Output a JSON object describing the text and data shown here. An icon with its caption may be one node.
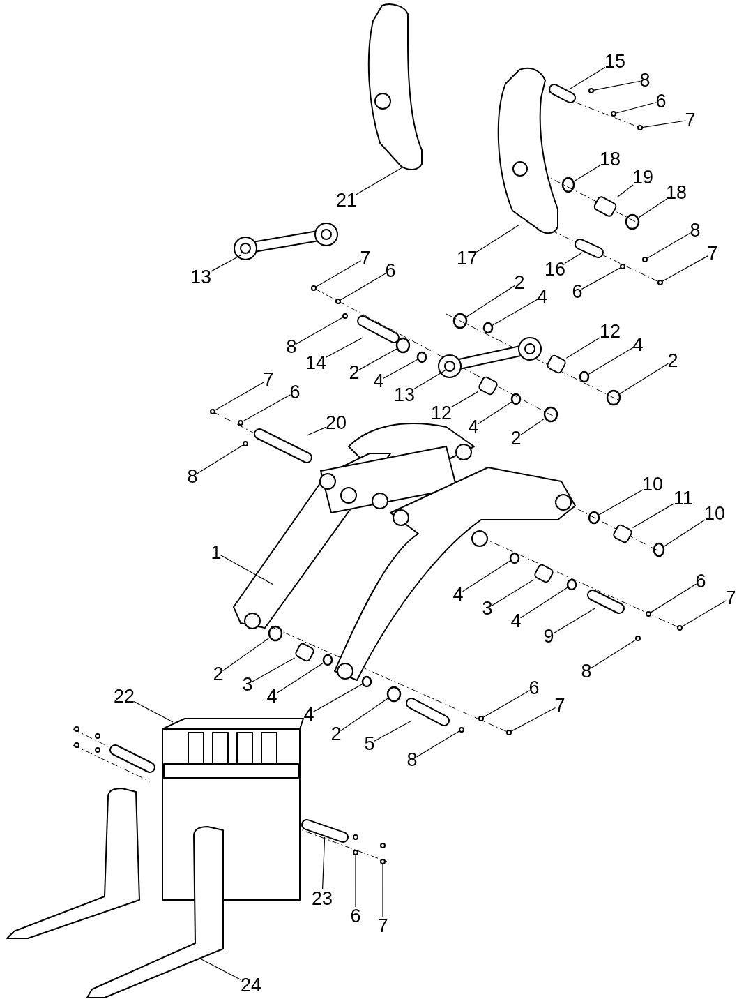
{
  "diagram": {
    "nodes": [
      {
        "text": [
          "15"
        ]
      },
      {
        "text": [
          "8"
        ]
      },
      {
        "text": [
          "6"
        ]
      },
      {
        "text": [
          "7"
        ]
      },
      {
        "text": [
          "18"
        ]
      },
      {
        "text": [
          "19"
        ]
      },
      {
        "text": [
          "18"
        ]
      },
      {
        "text": [
          "21"
        ]
      },
      {
        "text": [
          "17"
        ]
      },
      {
        "text": [
          "8"
        ]
      },
      {
        "text": [
          "7"
        ]
      },
      {
        "text": [
          "16"
        ]
      },
      {
        "text": [
          "6"
        ]
      },
      {
        "text": [
          "13"
        ]
      },
      {
        "text": [
          "7"
        ]
      },
      {
        "text": [
          "6"
        ]
      },
      {
        "text": [
          "2"
        ]
      },
      {
        "text": [
          "4"
        ]
      },
      {
        "text": [
          "8"
        ]
      },
      {
        "text": [
          "14"
        ]
      },
      {
        "text": [
          "12"
        ]
      },
      {
        "text": [
          "4"
        ]
      },
      {
        "text": [
          "2"
        ]
      },
      {
        "text": [
          "2"
        ]
      },
      {
        "text": [
          "4"
        ]
      },
      {
        "text": [
          "13"
        ]
      },
      {
        "text": [
          "12"
        ]
      },
      {
        "text": [
          "4"
        ]
      },
      {
        "text": [
          "2"
        ]
      },
      {
        "text": [
          "7"
        ]
      },
      {
        "text": [
          "6"
        ]
      },
      {
        "text": [
          "20"
        ]
      },
      {
        "text": [
          "8"
        ]
      },
      {
        "text": [
          "10"
        ]
      },
      {
        "text": [
          "11"
        ]
      },
      {
        "text": [
          "10"
        ]
      },
      {
        "text": [
          "1"
        ]
      },
      {
        "text": [
          "4"
        ]
      },
      {
        "text": [
          "3"
        ]
      },
      {
        "text": [
          "4"
        ]
      },
      {
        "text": [
          "6"
        ]
      },
      {
        "text": [
          "7"
        ]
      },
      {
        "text": [
          "9"
        ]
      },
      {
        "text": [
          "8"
        ]
      },
      {
        "text": [
          "2"
        ]
      },
      {
        "text": [
          "3"
        ]
      },
      {
        "text": [
          "4"
        ]
      },
      {
        "text": [
          "4"
        ]
      },
      {
        "text": [
          "2"
        ]
      },
      {
        "text": [
          "22"
        ]
      },
      {
        "text": [
          "6"
        ]
      },
      {
        "text": [
          "7"
        ]
      },
      {
        "text": [
          "5"
        ]
      },
      {
        "text": [
          "8"
        ]
      },
      {
        "text": [
          "23"
        ]
      },
      {
        "text": [
          "6"
        ]
      },
      {
        "text": [
          "7"
        ]
      },
      {
        "text": [
          "24"
        ]
      },
      {
        "text": [],
        "shape": "bar"
      },
      {
        "text": [],
        "shape": "circle"
      },
      {
        "text": [],
        "shape": "circle"
      },
      {
        "text": [],
        "shape": "circle"
      },
      {
        "text": [],
        "shape": "circle"
      },
      {
        "text": [],
        "shape": "cylinder"
      },
      {
        "text": [],
        "shape": "circle"
      },
      {
        "text": [],
        "shape": "picture"
      },
      {
        "text": [],
        "shape": "picture"
      },
      {
        "text": [],
        "shape": "circle"
      },
      {
        "text": [],
        "shape": "circle"
      },
      {
        "text": [],
        "shape": "bar"
      },
      {
        "text": [],
        "shape": "circle"
      },
      {
        "text": [],
        "shape": "picture"
      },
      {
        "text": [],
        "shape": "circle"
      },
      {
        "text": [],
        "shape": "circle"
      },
      {
        "text": [],
        "shape": "circle"
      },
      {
        "text": [],
        "shape": "circle"
      },
      {
        "text": [],
        "shape": "circle"
      },
      {
        "text": [],
        "shape": "bar"
      },
      {
        "text": [],
        "shape": "cylinder"
      },
      {
        "text": [],
        "shape": "circle"
      },
      {
        "text": [],
        "shape": "circle"
      },
      {
        "text": [],
        "shape": "circle"
      },
      {
        "text": [],
        "shape": "circle"
      },
      {
        "text": [],
        "shape": "picture"
      },
      {
        "text": [],
        "shape": "cylinder"
      },
      {
        "text": [],
        "shape": "circle"
      },
      {
        "text": [],
        "shape": "circle"
      },
      {
        "text": [],
        "shape": "circle"
      },
      {
        "text": [],
        "shape": "circle"
      },
      {
        "text": [],
        "shape": "bar"
      },
      {
        "text": [],
        "shape": "circle"
      },
      {
        "text": [],
        "shape": "circle"
      },
      {
        "text": [],
        "shape": "cylinder"
      },
      {
        "text": [],
        "shape": "circle"
      },
      {
        "text": [],
        "shape": "picture"
      },
      {
        "text": [],
        "shape": "circle"
      },
      {
        "text": [],
        "shape": "cylinder"
      },
      {
        "text": [],
        "shape": "circle"
      },
      {
        "text": [],
        "shape": "circle"
      },
      {
        "text": [],
        "shape": "circle"
      },
      {
        "text": [],
        "shape": "bar"
      },
      {
        "text": [],
        "shape": "circle"
      },
      {
        "text": [],
        "shape": "circle"
      },
      {
        "text": [],
        "shape": "cylinder"
      },
      {
        "text": [],
        "shape": "circle"
      },
      {
        "text": [],
        "shape": "circle"
      },
      {
        "text": [],
        "shape": "circle"
      },
      {
        "text": [],
        "shape": "picture"
      },
      {
        "text": [],
        "shape": "circle"
      },
      {
        "text": [],
        "shape": "circle"
      },
      {
        "text": [],
        "shape": "bar"
      },
      {
        "text": [],
        "shape": "circle"
      },
      {
        "text": [],
        "shape": "bar"
      },
      {
        "text": [],
        "shape": "circle"
      },
      {
        "text": [],
        "shape": "circle"
      },
      {
        "text": [],
        "shape": "picture"
      }
    ],
    "edges": [
      {
        "from": 0,
        "to": 58,
        "arrow": "none"
      },
      {
        "from": 1,
        "to": 59,
        "arrow": "none"
      },
      {
        "from": 2,
        "to": 60,
        "arrow": "none"
      },
      {
        "from": 3,
        "to": 61,
        "arrow": "none"
      },
      {
        "from": 4,
        "to": 62,
        "arrow": "none"
      },
      {
        "from": 5,
        "to": 63,
        "arrow": "none"
      },
      {
        "from": 6,
        "to": 64,
        "arrow": "none"
      },
      {
        "from": 7,
        "to": 65,
        "arrow": "none"
      },
      {
        "from": 8,
        "to": 66,
        "arrow": "none"
      },
      {
        "from": 9,
        "to": 67,
        "arrow": "none"
      },
      {
        "from": 10,
        "to": 68,
        "arrow": "none"
      },
      {
        "from": 11,
        "to": 69,
        "arrow": "none"
      },
      {
        "from": 12,
        "to": 70,
        "arrow": "none"
      },
      {
        "from": 13,
        "to": 71,
        "arrow": "none"
      },
      {
        "from": 14,
        "to": 72,
        "arrow": "none"
      },
      {
        "from": 15,
        "to": 73,
        "arrow": "none"
      },
      {
        "from": 16,
        "to": 74,
        "arrow": "none"
      },
      {
        "from": 17,
        "to": 75,
        "arrow": "none"
      },
      {
        "from": 18,
        "to": 76,
        "arrow": "none"
      },
      {
        "from": 19,
        "to": 77,
        "arrow": "none"
      },
      {
        "from": 20,
        "to": 78,
        "arrow": "none"
      },
      {
        "from": 21,
        "to": 79,
        "arrow": "none"
      },
      {
        "from": 22,
        "to": 80,
        "arrow": "none"
      },
      {
        "from": 23,
        "to": 81,
        "arrow": "none"
      },
      {
        "from": 24,
        "to": 82,
        "arrow": "none"
      },
      {
        "from": 25,
        "to": 83,
        "arrow": "none"
      },
      {
        "from": 26,
        "to": 84,
        "arrow": "none"
      },
      {
        "from": 27,
        "to": 85,
        "arrow": "none"
      },
      {
        "from": 28,
        "to": 86,
        "arrow": "none"
      },
      {
        "from": 29,
        "to": 87,
        "arrow": "none"
      },
      {
        "from": 30,
        "to": 88,
        "arrow": "none"
      },
      {
        "from": 31,
        "to": 89,
        "arrow": "none"
      },
      {
        "from": 32,
        "to": 90,
        "arrow": "none"
      },
      {
        "from": 33,
        "to": 91,
        "arrow": "none"
      },
      {
        "from": 34,
        "to": 92,
        "arrow": "none"
      },
      {
        "from": 35,
        "to": 93,
        "arrow": "none"
      },
      {
        "from": 36,
        "to": 94,
        "arrow": "none"
      },
      {
        "from": 37,
        "to": 95,
        "arrow": "none"
      },
      {
        "from": 38,
        "to": 96,
        "arrow": "none"
      },
      {
        "from": 39,
        "to": 97,
        "arrow": "none"
      },
      {
        "from": 40,
        "to": 98,
        "arrow": "none"
      },
      {
        "from": 41,
        "to": 99,
        "arrow": "none"
      },
      {
        "from": 42,
        "to": 100,
        "arrow": "none"
      },
      {
        "from": 43,
        "to": 101,
        "arrow": "none"
      },
      {
        "from": 44,
        "to": 102,
        "arrow": "none"
      },
      {
        "from": 45,
        "to": 103,
        "arrow": "none"
      },
      {
        "from": 46,
        "to": 104,
        "arrow": "none"
      },
      {
        "from": 47,
        "to": 105,
        "arrow": "none"
      },
      {
        "from": 48,
        "to": 106,
        "arrow": "none"
      },
      {
        "from": 49,
        "to": 107,
        "arrow": "none"
      },
      {
        "from": 50,
        "to": 108,
        "arrow": "none"
      },
      {
        "from": 51,
        "to": 109,
        "arrow": "none"
      },
      {
        "from": 52,
        "to": 110,
        "arrow": "none"
      },
      {
        "from": 53,
        "to": 111,
        "arrow": "none"
      },
      {
        "from": 54,
        "to": 112,
        "arrow": "none"
      },
      {
        "from": 55,
        "to": 113,
        "arrow": "none"
      },
      {
        "from": 56,
        "to": 114,
        "arrow": "none"
      },
      {
        "from": 57,
        "to": 115,
        "arrow": "none"
      }
    ]
  }
}
